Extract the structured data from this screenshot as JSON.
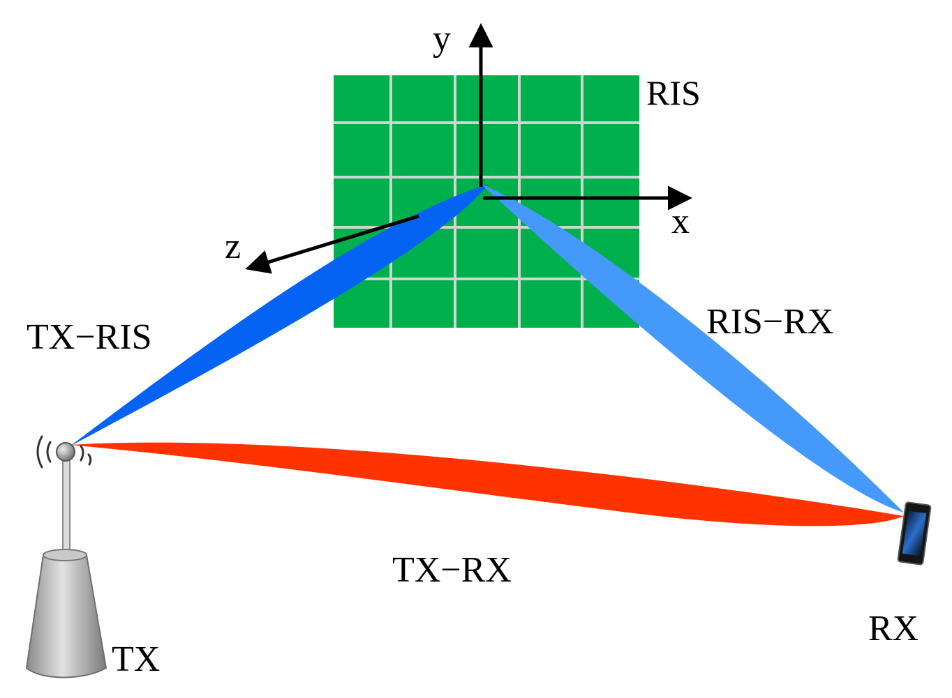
{
  "labels": {
    "ris": "RIS",
    "axis_x": "x",
    "axis_y": "y",
    "axis_z": "z",
    "tx_ris": "TX−RIS",
    "ris_rx": "RIS−RX",
    "tx_rx": "TX−RX",
    "tx": "TX",
    "rx": "RX"
  },
  "ris_grid": {
    "rows": 5,
    "cols": 5
  },
  "colors": {
    "ris_panel": "#00b04c",
    "ris_grid_lines": "#cfd6cf",
    "beam_tx_ris": "#0563f4",
    "beam_ris_rx": "#4499fb",
    "beam_tx_rx": "#ff3300",
    "axes": "#000000"
  }
}
